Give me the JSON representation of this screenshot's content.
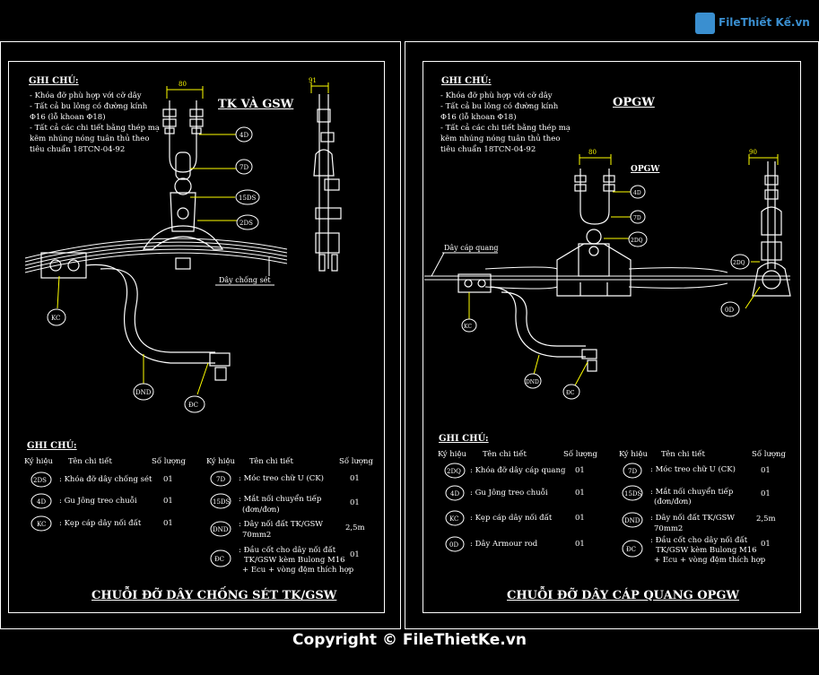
{
  "logo": {
    "text": "FileThiết Kế.vn",
    "badge_color": "#3a8fd0"
  },
  "left": {
    "title": "TK VÀ GSW",
    "notes_title": "GHI CHÚ:",
    "notes": [
      "- Khóa đỡ phù hợp với cỡ dây",
      "- Tất cả bu lông có đường kính",
      "  Φ16 (lỗ khoan Φ18)",
      "- Tất cả các chi tiết bằng thép mạ",
      "  kẽm nhúng nóng tuân thủ theo",
      "  tiêu chuẩn 18TCN-04-92"
    ],
    "dim_label": "80",
    "dim_label_side": "91",
    "callouts": [
      "4D",
      "7D",
      "15DS",
      "2DS"
    ],
    "bottom_callouts": [
      "KC",
      "DND",
      "ĐC"
    ],
    "wire_label": "Dây chống sét",
    "table_title": "GHI CHÚ:",
    "headers": [
      "Ký hiệu",
      "Tên chi tiết",
      "Số lượng",
      "Ký hiệu",
      "Tên chi tiết",
      "Số lượng"
    ],
    "rows_left": [
      {
        "code": "2DS",
        "name": ": Khóa đỡ dây chống sét",
        "qty": "01"
      },
      {
        "code": "4D",
        "name": ": Gu Jông treo chuỗi",
        "qty": "01"
      },
      {
        "code": "KC",
        "name": ": Kẹp cáp dây nối đất",
        "qty": "01"
      }
    ],
    "rows_right": [
      {
        "code": "7D",
        "name": ": Móc treo chữ U (CK)",
        "qty": "01"
      },
      {
        "code": "15DS",
        "name": ": Mắt nối chuyển tiếp",
        "name2": "(đơn/đơn)",
        "qty": "01"
      },
      {
        "code": "DND",
        "name": ": Dây nối đất TK/GSW",
        "name2": "70mm2",
        "qty": "2,5m"
      },
      {
        "code": "ĐC",
        "name": ": Đầu cốt cho dây nối đất",
        "name2": "TK/GSW kèm Bulong M16",
        "name3": "+ Ecu + vòng đệm thích hợp",
        "qty": "01"
      }
    ],
    "caption": "CHUỖI ĐỠ DÂY CHỐNG SÉT TK/GSW"
  },
  "right": {
    "title": "OPGW",
    "subtitle": "OPGW",
    "notes_title": "GHI CHÚ:",
    "notes": [
      "- Khóa đỡ phù hợp với cỡ dây",
      "- Tất cả bu lông có đường kính",
      "  Φ16 (lỗ khoan Φ18)",
      "- Tất cả các chi tiết bằng thép mạ",
      "  kẽm nhúng nóng tuân thủ theo",
      "  tiêu chuẩn 18TCN-04-92"
    ],
    "dim_label": "80",
    "dim_label_side": "90",
    "callouts": [
      "4D",
      "7D",
      "2DQ"
    ],
    "side_callouts": [
      "2DQ",
      "0D"
    ],
    "bottom_callouts": [
      "KC",
      "DND",
      "ĐC"
    ],
    "wire_label": "Dây cáp quang",
    "table_title": "GHI CHÚ:",
    "headers": [
      "Ký hiệu",
      "Tên chi tiết",
      "Số lượng",
      "Ký hiệu",
      "Tên chi tiết",
      "Số lượng"
    ],
    "rows_left": [
      {
        "code": "2DQ",
        "name": ": Khóa đỡ dây cáp quang",
        "qty": "01"
      },
      {
        "code": "4D",
        "name": ": Gu Jông treo chuỗi",
        "qty": "01"
      },
      {
        "code": "KC",
        "name": ": Kẹp cáp dây nối đất",
        "qty": "01"
      },
      {
        "code": "0D",
        "name": ": Dây Armour rod",
        "qty": "01"
      }
    ],
    "rows_right": [
      {
        "code": "7D",
        "name": ": Móc treo chữ U (CK)",
        "qty": "01"
      },
      {
        "code": "15DS",
        "name": ": Mắt nối chuyển tiếp",
        "name2": "(đơn/đơn)",
        "qty": "01"
      },
      {
        "code": "DND",
        "name": ": Dây nối đất TK/GSW",
        "name2": "70mm2",
        "qty": "2,5m"
      },
      {
        "code": "ĐC",
        "name": ": Đầu cốt cho dây nối đất",
        "name2": "TK/GSW kèm Bulong M16",
        "name3": "+ Ecu + vòng đệm thích hợp",
        "qty": "01"
      }
    ],
    "caption": "CHUỖI ĐỠ DÂY CÁP QUANG OPGW"
  },
  "footer": "Copyright © FileThietKe.vn",
  "colors": {
    "background": "#000000",
    "line": "#ffffff",
    "leader": "#ffff00",
    "accent": "#3a8fd0"
  }
}
